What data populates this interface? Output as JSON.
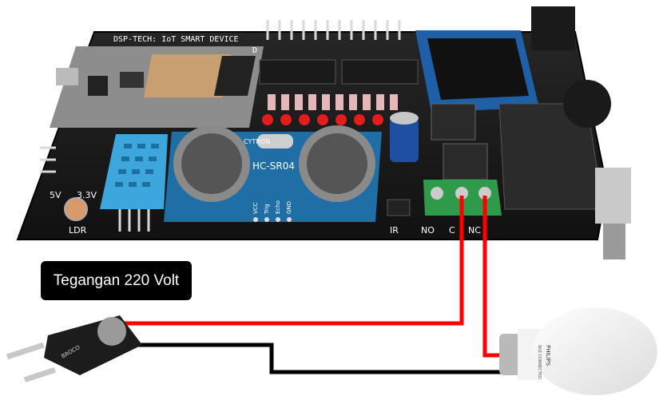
{
  "board": {
    "title": "DSP-TECH: IoT SMART DEVICE",
    "title_suffix": "D",
    "label_5v": "5V",
    "label_33v": "3.3V",
    "label_ldr": "LDR",
    "label_ir": "IR",
    "sensor_name": "HC-SR04",
    "sensor_brand": "CYTRON",
    "sensor_pins": [
      "VCC",
      "Trig",
      "Echo",
      "GND"
    ],
    "relay_no": "NO",
    "relay_c": "C",
    "relay_nc": "NC"
  },
  "caption": {
    "text": "Tegangan 220 Volt"
  },
  "bulb": {
    "brand": "PHILIPS",
    "sub": "WiZ CONNECTED"
  },
  "plug": {
    "brand": "BROCO"
  },
  "colors": {
    "pcb": "#1a1a1a",
    "wire_live": "#ff0000",
    "wire_neutral": "#000000",
    "sensor_blue": "#1f6ea6",
    "dht_blue": "#3ca6dd",
    "terminal_green": "#2e9a4a"
  }
}
